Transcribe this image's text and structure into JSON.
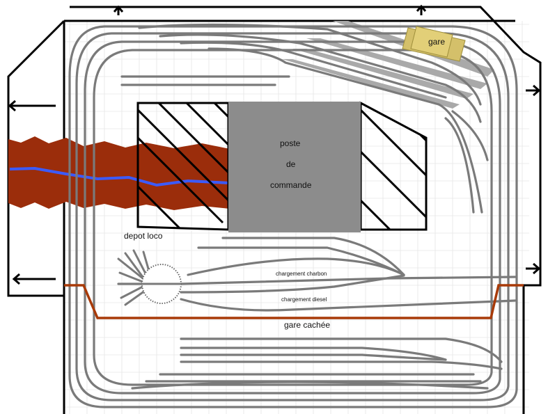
{
  "labels": {
    "gare": "gare",
    "poste_line1": "poste",
    "poste_line2": "de",
    "poste_line3": "commande",
    "depot_loco": "depot loco",
    "chargement_charbon": "chargement charbon",
    "chargement_diesel": "chargement diesel",
    "gare_cachee": "gare cachée"
  },
  "colors": {
    "track": "#7a7a7a",
    "track_outline": "#555555",
    "frame": "#000000",
    "river_bank": "#9b2d0b",
    "river_water": "#3b5bff",
    "poste_fill": "#8c8c8c",
    "platform": "#a9a9a9",
    "building": "#d4c06a",
    "hidden_station": "#a83a08",
    "grid": "#dddddd"
  }
}
